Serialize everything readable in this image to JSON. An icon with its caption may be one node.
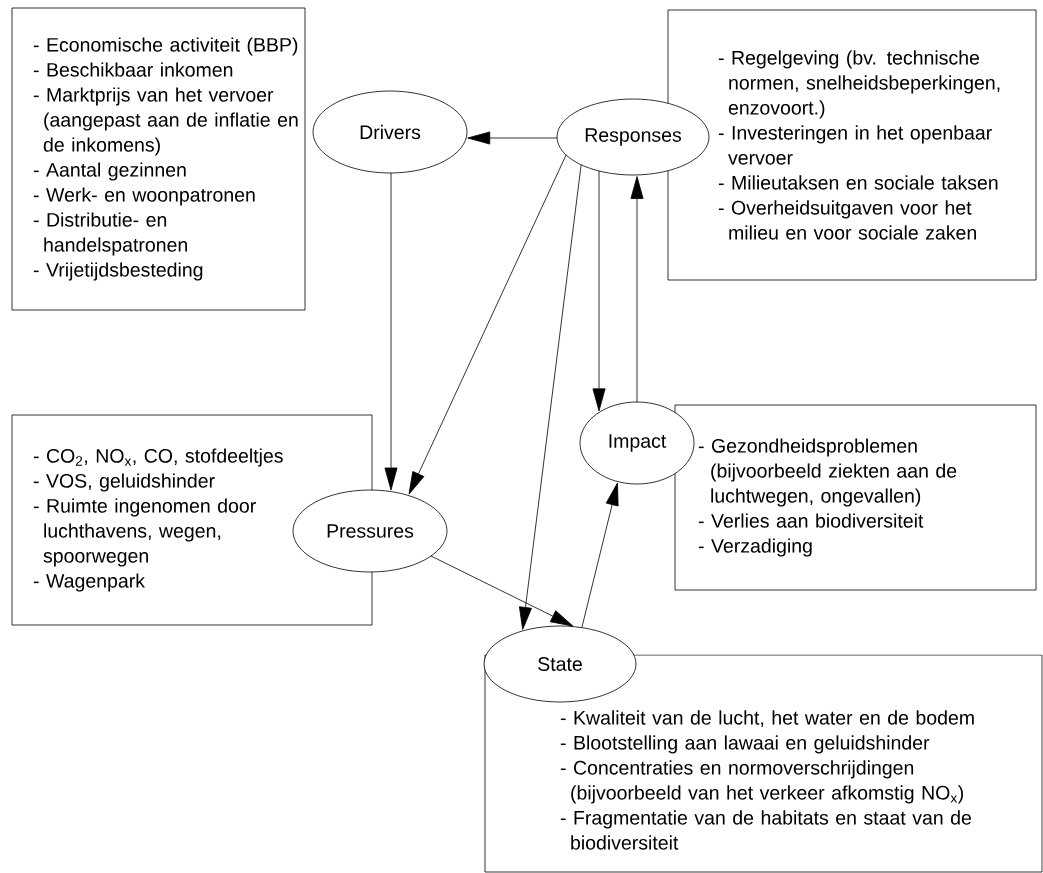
{
  "diagram": {
    "nodes": [
      {
        "text": [
          "- Economische activiteit (BBP)",
          "- Beschikbaar inkomen",
          "- Marktprijs van het vervoer (aangepast aan de inflatie en de inkomens)",
          "- Aantal gezinnen",
          "- Werk- en woonpatronen",
          "- Distributie- en handelspatronen",
          "- Vrijetijdsbesteding"
        ]
      },
      {
        "text": [
          "Drivers"
        ]
      },
      {
        "text": [
          "- Regelgeving (bv. technische normen, snelheidsbeperkingen, enzovoort.)",
          "- Investeringen in het openbaar vervoer",
          "- Milieutaksen en sociale taksen",
          "- Overheidsuitgaven voor het milieu en voor sociale zaken"
        ]
      },
      {
        "text": [
          "Responses"
        ]
      },
      {
        "text": [
          "- CO$_{2}$, NO$_{x}$, CO, stofdeeltjes",
          "- VOS, geluidshinder",
          "- Ruimte ingenomen door luchthavens, wegen, spoorwegen",
          "- Wagenpark"
        ]
      },
      {
        "text": [
          "Impact"
        ]
      },
      {
        "text": [
          "- Gezondheidsproblemen",
          "(bijvoorbeeld ziekten aan de luchtwegen, ongevallen)",
          "- Verlies aan biodiversiteit",
          "- Verzadiging"
        ]
      },
      {
        "text": [
          "Pressures"
        ]
      },
      {
        "text": [
          "State"
        ]
      },
      {
        "text": [
          "- Kwaliteit van de lucht, het water en de bodem",
          "- Blootstelling aan lawaai en geluidshinder",
          "- Concentraties en normoverschrijdingen (bijvoorbeeld van het verkeer afkomstig NO$_{x}$)",
          "- Fragmentatie van de habitats en staat van de biodiversiteit"
        ]
      }
    ],
    "edges": [
      {
        "from": 3,
        "to": 1,
        "arrow": "to"
      },
      {
        "from": 1,
        "to": 7,
        "arrow": "to"
      },
      {
        "from": 3,
        "to": 7,
        "arrow": "to"
      },
      {
        "from": 3,
        "to": 8,
        "arrow": "to"
      },
      {
        "from": 3,
        "to": 5,
        "arrow": "to"
      },
      {
        "from": 5,
        "to": 3,
        "arrow": "to"
      },
      {
        "from": 7,
        "to": 8,
        "arrow": "to"
      },
      {
        "from": 8,
        "to": 5,
        "arrow": "to"
      }
    ]
  }
}
